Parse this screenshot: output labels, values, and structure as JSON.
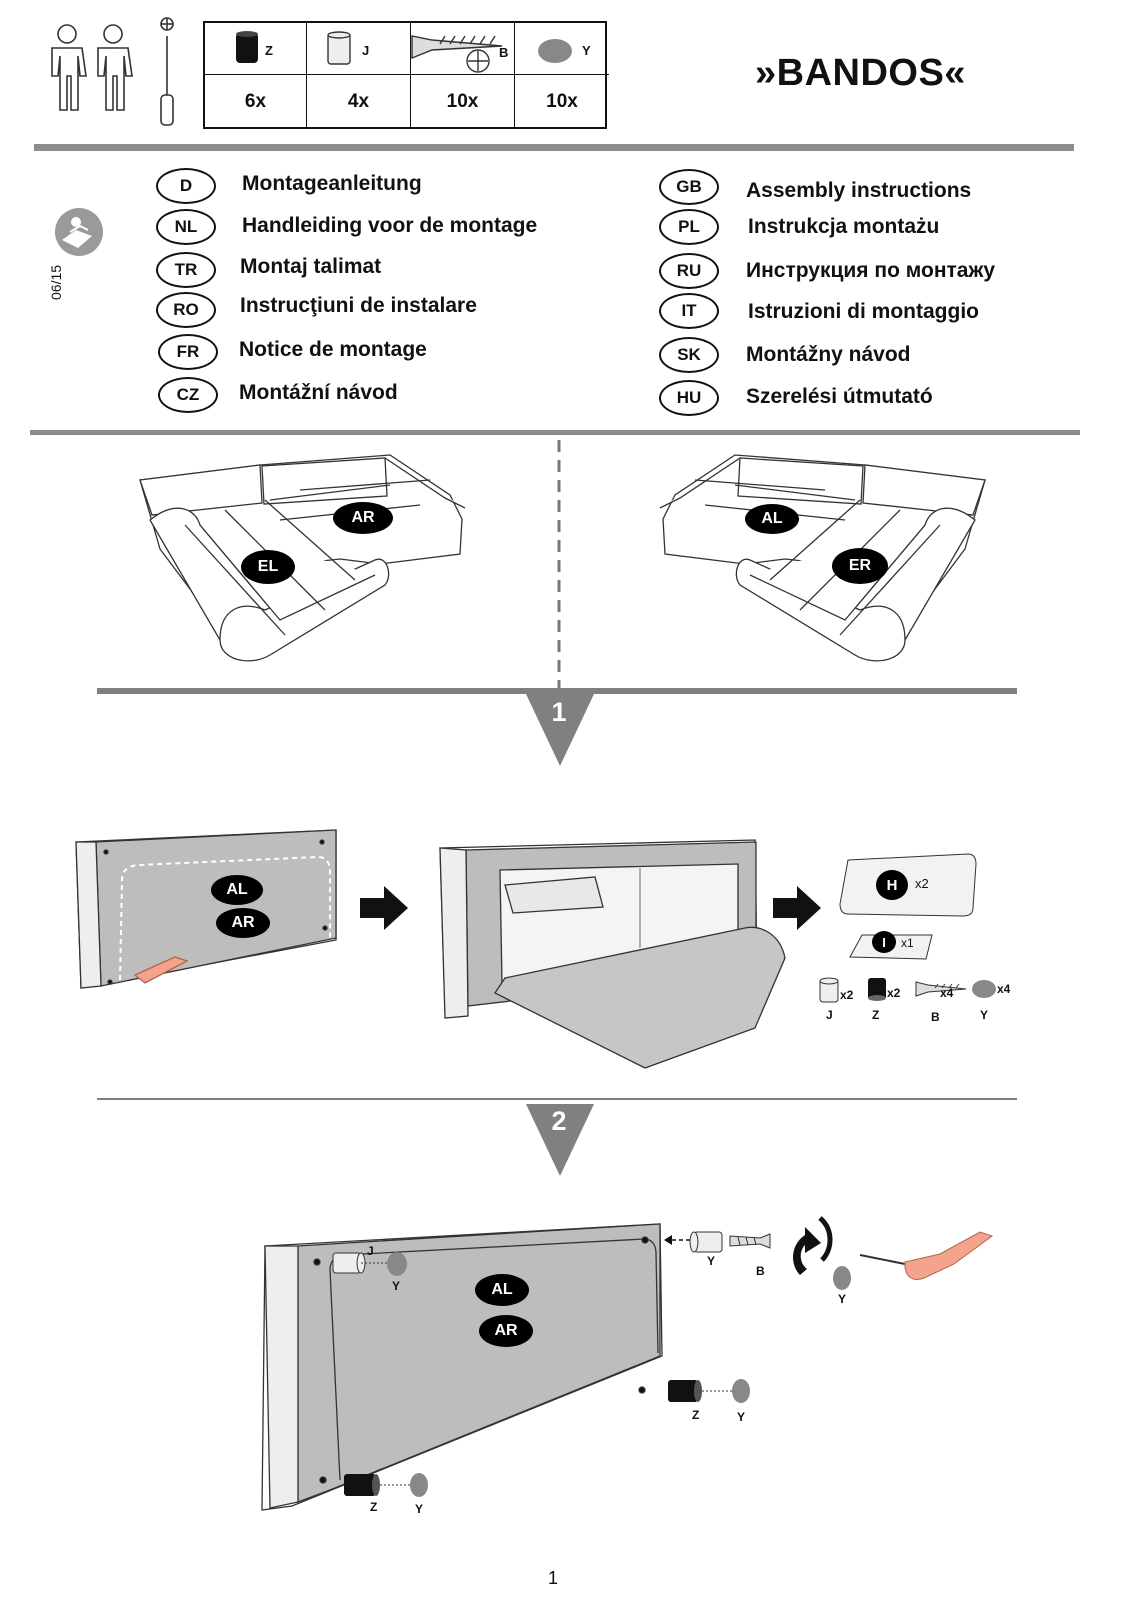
{
  "product_title": "»BANDOS«",
  "parts": [
    {
      "code": "Z",
      "qty": "6x"
    },
    {
      "code": "J",
      "qty": "4x"
    },
    {
      "code": "B",
      "qty": "10x"
    },
    {
      "code": "Y",
      "qty": "10x"
    }
  ],
  "date": "06/15",
  "languages": {
    "left": [
      {
        "code": "D",
        "text": "Montageanleitung"
      },
      {
        "code": "NL",
        "text": "Handleiding voor de montage"
      },
      {
        "code": "TR",
        "text": "Montaj talimat"
      },
      {
        "code": "RO",
        "text": "Instrucţiuni de instalare"
      },
      {
        "code": "FR",
        "text": "Notice de montage"
      },
      {
        "code": "CZ",
        "text": "Montážní návod"
      }
    ],
    "right": [
      {
        "code": "GB",
        "text": "Assembly instructions"
      },
      {
        "code": "PL",
        "text": "Instrukcja montażu"
      },
      {
        "code": "RU",
        "text": "Инструкция по монтажу"
      },
      {
        "code": "IT",
        "text": "Istruzioni di montaggio"
      },
      {
        "code": "SK",
        "text": "Montážny návod"
      },
      {
        "code": "HU",
        "text": "Szerelési útmutató"
      }
    ]
  },
  "variants": {
    "left_long": "EL",
    "left_back": "AR",
    "right_back": "AL",
    "right_long": "ER"
  },
  "steps": [
    "1",
    "2"
  ],
  "step1": {
    "tags": [
      "AL",
      "AR"
    ],
    "bag_h": {
      "label": "H",
      "qty": "x2"
    },
    "bag_i": {
      "label": "I",
      "qty": "x1"
    },
    "hardware": [
      {
        "code": "J",
        "qty": "x2"
      },
      {
        "code": "Z",
        "qty": "x2"
      },
      {
        "code": "B",
        "qty": "x4"
      },
      {
        "code": "Y",
        "qty": "x4"
      }
    ]
  },
  "step2": {
    "tags": [
      "AL",
      "AR"
    ],
    "labels": {
      "J": "J",
      "Y": "Y",
      "Z": "Z",
      "B": "B"
    }
  },
  "page_number": "1"
}
